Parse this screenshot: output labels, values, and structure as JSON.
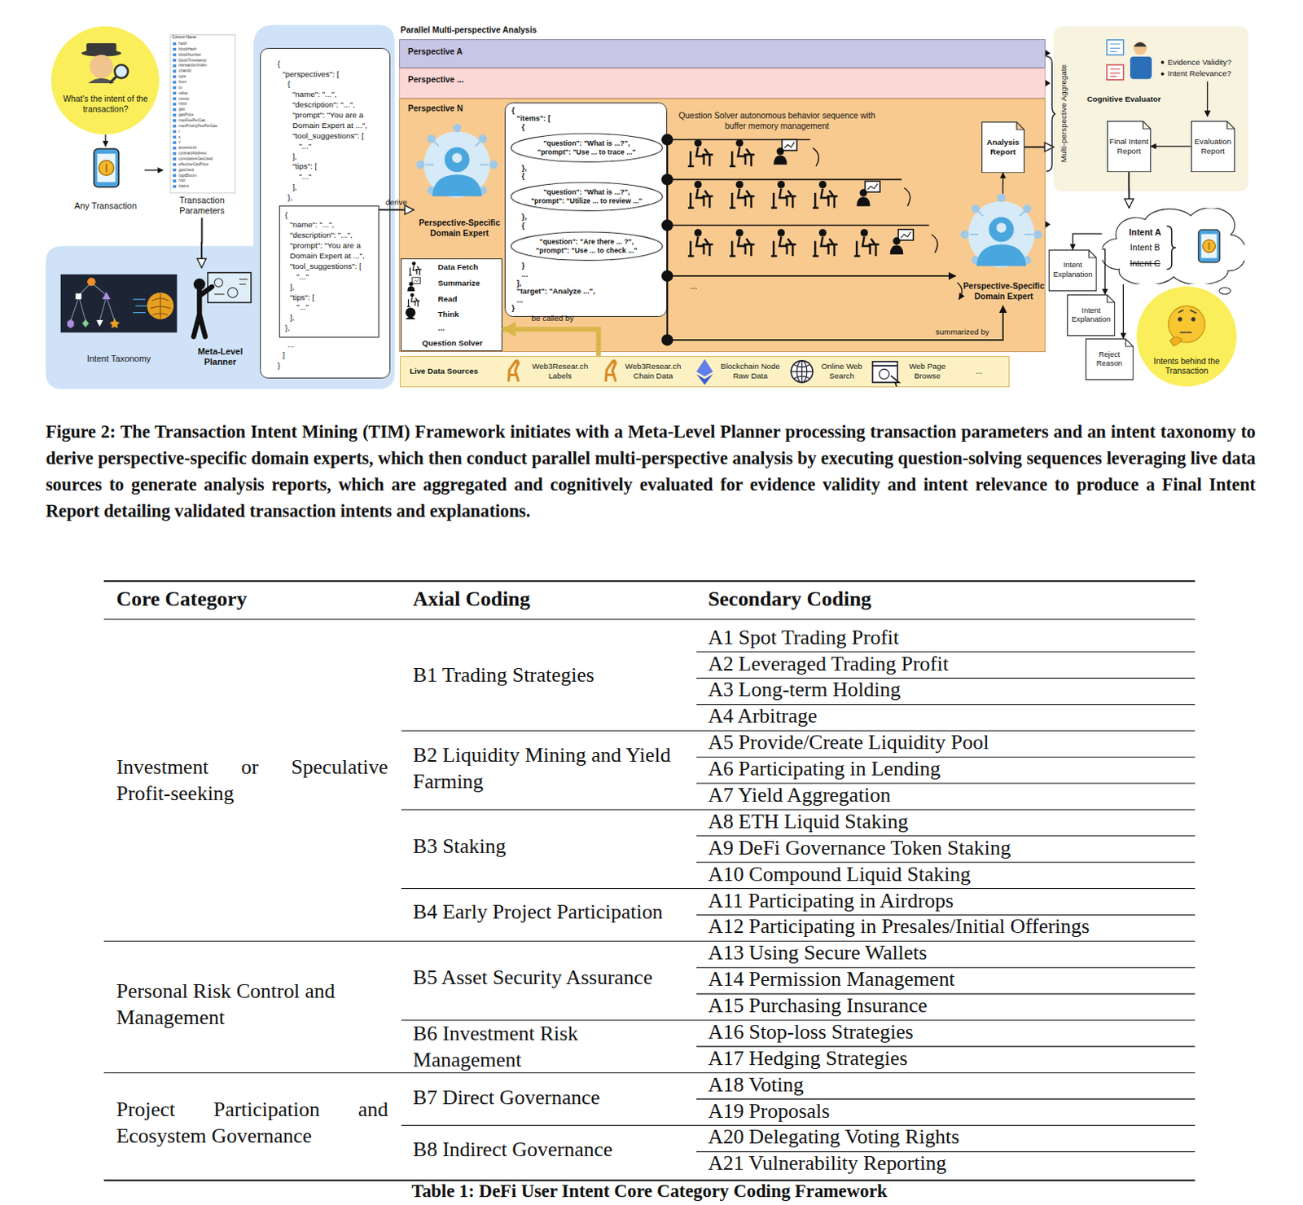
{
  "diagram": {
    "caption": "Figure 2: The Transaction Intent Mining (TIM) Framework initiates with a Meta-Level Planner processing transaction parameters and an intent taxonomy to derive perspective-specific domain experts, which then conduct parallel multi-perspective analysis by executing question-solving sequences leveraging live data sources to generate analysis reports, which are aggregated and cognitively evaluated for evidence validity and intent relevance to produce a Final Intent Report detailing validated transaction intents and explanations.",
    "nodes": [
      {
        "text": [
          "What's the intent of the transaction?"
        ]
      },
      {
        "text": [
          "Any Transaction"
        ]
      },
      {
        "text": [
          "Transaction Parameters"
        ]
      },
      {
        "text": [
          "Intent Taxonomy"
        ]
      },
      {
        "text": [
          "Meta-Level Planner"
        ]
      },
      {
        "text": [
          "{",
          "\"perspectives\": [",
          "{",
          "\"name\": \"...\",",
          "\"description\": \"...\",",
          "\"prompt\": \"You are a Domain Expert at ...\",",
          "\"tool_suggestions\": [",
          "\"...\"",
          "],",
          "\"tips\": [",
          "\"...\"",
          "],",
          "},",
          "...",
          "]",
          "}"
        ]
      },
      {
        "text": [
          "{",
          "\"name\": \"...\",",
          "\"description\": \"...\",",
          "\"prompt\": \"You are a Domain Expert at ...\",",
          "\"tool_suggestions\": [",
          "\"...\"",
          "],",
          "\"tips\": [",
          "\"...\"",
          "],",
          "},"
        ],
        "in": 5
      },
      {
        "text": [
          "Perspective A"
        ]
      },
      {
        "text": [
          "Perspective ..."
        ]
      },
      {
        "text": [
          "Perspective N"
        ]
      },
      {
        "text": [
          "Perspective-Specific Domain Expert"
        ],
        "in": 9
      },
      {
        "text": [
          "{",
          "\"items\": [",
          "{",
          "},",
          "{",
          "},",
          "{",
          "}",
          "...",
          "],",
          "\"target\": \"Analyze ...\",",
          "...",
          "}"
        ],
        "in": 9
      },
      {
        "text": [
          "\"question\": \"What is ...?\",",
          "\"prompt\": \"Use ... to trace ...\""
        ],
        "in": 11
      },
      {
        "text": [
          "\"question\": \"What is ...?\",",
          "\"prompt\": \"Utilize ... to review ...\""
        ],
        "in": 11
      },
      {
        "text": [
          "\"question\": \"Are there ... ?\",",
          "\"prompt\": \"Use ... to check ...\""
        ],
        "in": 11
      },
      {
        "text": [
          "Data Fetch",
          "Summarize",
          "Read",
          "Think",
          "...",
          "Question Solver"
        ],
        "in": 9
      },
      {
        "text": [
          "Perspective-Specific Domain Expert"
        ],
        "in": 9
      },
      {
        "text": [
          "Analysis Report"
        ],
        "in": 9
      },
      {
        "text": [
          "Live Data Sources",
          "Web3Resear.ch Labels",
          "Web3Resear.ch Chain Data",
          "Blockchain Node Raw Data",
          "Online Web Search",
          "Web Page Browse",
          "..."
        ]
      },
      {
        "text": [
          "Evidence Validity?",
          "Intent Relevance?",
          "Cognitive Evaluator"
        ]
      },
      {
        "text": [
          "Final Intent Report"
        ],
        "in": 19
      },
      {
        "text": [
          "Evaluation Report"
        ],
        "in": 19
      },
      {
        "text": [
          "Intent A",
          "Intent B",
          "Intent C"
        ]
      },
      {
        "text": [
          "Intent Explanation"
        ]
      },
      {
        "text": [
          "Intent Explanation"
        ]
      },
      {
        "text": [
          "Reject Reason"
        ]
      },
      {
        "text": [
          "Intents behind the Transaction"
        ]
      }
    ],
    "edges": [
      {
        "from": 0,
        "to": 1,
        "arrow": "to"
      },
      {
        "from": 1,
        "to": 2,
        "arrow": "to"
      },
      {
        "from": 2,
        "to": 4,
        "arrow": "to"
      },
      {
        "from": 6,
        "to": 10,
        "arrow": "to",
        "label": "derive"
      },
      {
        "from": 18,
        "to": 15,
        "arrow": "to",
        "label": "be called by"
      },
      {
        "from": 16,
        "to": 17,
        "arrow": "to"
      },
      {
        "from": 17,
        "to": 19,
        "arrow": "to"
      },
      {
        "from": 21,
        "to": 20,
        "arrow": "to"
      },
      {
        "from": 20,
        "to": 22,
        "arrow": "to"
      },
      {
        "from": 22,
        "to": 23,
        "arrow": "to"
      },
      {
        "from": 22,
        "to": 24,
        "arrow": "to"
      },
      {
        "from": 22,
        "to": 25,
        "arrow": "to"
      }
    ],
    "labels": [
      "Column Name",
      "hash",
      "blockHash",
      "blockNumber",
      "blockTimestamp",
      "transactionIndex",
      "chainId",
      "type",
      "from",
      "to",
      "value",
      "nonce",
      "input",
      "gas",
      "gasPrice",
      "maxFeePerGas",
      "maxPriorityFeePerGas",
      "r",
      "s",
      "v",
      "accessList",
      "contractAddress",
      "cumulativeGasUsed",
      "effectiveGasPrice",
      "gasUsed",
      "logsBloom",
      "root",
      "status",
      "Parallel Multi-perspective Analysis",
      "Question Solver autonomous behavior sequence with buffer memory management",
      "...",
      "summarized by",
      "Multi-perspective Aggregate",
      "Core Category",
      "Axial Coding",
      "Secondary Coding",
      "Investment or Speculative Profit-seeking",
      "Personal Risk Control and Management",
      "Project Participation and Ecosystem Governance",
      "B1 Trading Strategies",
      "B2 Liquidity Mining and Yield Farming",
      "B3 Staking",
      "B4 Early Project Participation",
      "B5 Asset Security Assurance",
      "B6 Investment Risk Management",
      "B7 Direct Governance",
      "B8 Indirect Governance",
      "A1 Spot Trading Profit",
      "A2 Leveraged Trading Profit",
      "A3 Long-term Holding",
      "A4 Arbitrage",
      "A5 Provide/Create Liquidity Pool",
      "A6 Participating in Lending",
      "A7 Yield Aggregation",
      "A8 ETH Liquid Staking",
      "A9 DeFi Governance Token Staking",
      "A10 Compound Liquid Staking",
      "A11 Participating in Airdrops",
      "A12 Participating in Presales/Initial Offerings",
      "A13 Using Secure Wallets",
      "A14 Permission Management",
      "A15 Purchasing Insurance",
      "A16 Stop-loss Strategies",
      "A17 Hedging Strategies",
      "A18 Voting",
      "A19 Proposals",
      "A20 Delegating Voting Rights",
      "A21 Vulnerability Reporting",
      "Table 1: DeFi User Intent Core Category Coding Framework"
    ]
  }
}
